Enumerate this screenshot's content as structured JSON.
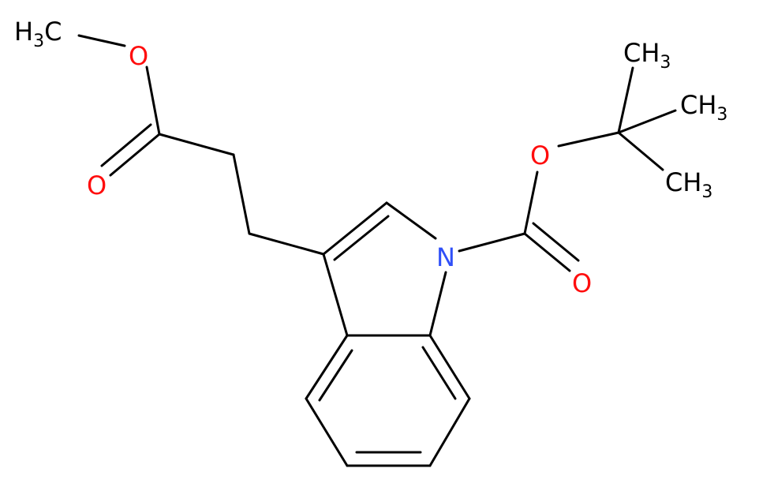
{
  "colors": {
    "bond": "#000000",
    "oxygen": "#ff0d0d",
    "nitrogen": "#3050f8",
    "carbon": "#000000",
    "background": "#ffffff"
  },
  "labels": {
    "methyl_ester": {
      "main": "H",
      "sub": "3",
      "tail": "C"
    },
    "ether_oxygen_top": "O",
    "carbonyl_oxygen_left": "O",
    "ring_nitrogen": "N",
    "boc_ether_oxygen": "O",
    "boc_carbonyl_oxygen": "O",
    "tbutyl_ch3_top": {
      "main": "CH",
      "sub": "3"
    },
    "tbutyl_ch3_mid": {
      "main": "CH",
      "sub": "3"
    },
    "tbutyl_ch3_bot": {
      "main": "CH",
      "sub": "3"
    }
  }
}
